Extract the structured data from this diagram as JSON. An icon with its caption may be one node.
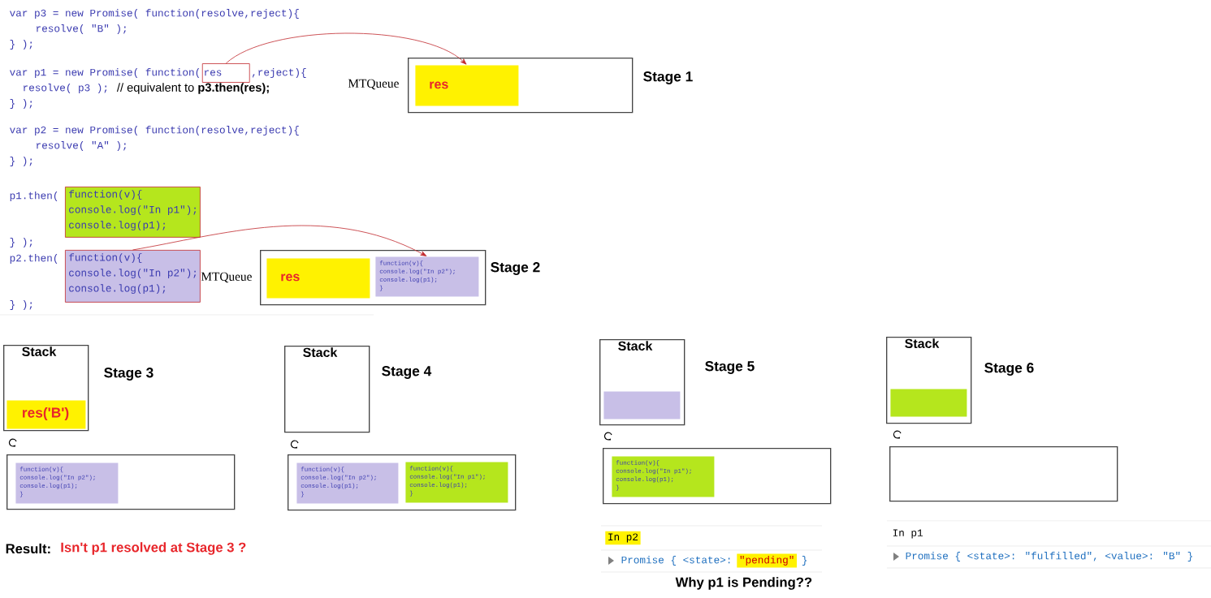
{
  "diagram": {
    "nodes": [
      {
        "text": [
          "res"
        ]
      },
      {
        "text": [
          "function(v){",
          "console.log(\"In p1\");",
          "console.log(p1);"
        ]
      },
      {
        "text": [
          "function(v){",
          "console.log(\"In p2\");",
          "console.log(p1);"
        ]
      },
      {
        "text": [],
        "shape": "box",
        "beside": [
          "MTQueue",
          "Stage 1"
        ]
      },
      {
        "text": [
          "res"
        ],
        "in": 3
      },
      {
        "text": [],
        "shape": "box",
        "beside": [
          "MTQueue",
          "Stage 2"
        ]
      },
      {
        "text": [
          "res"
        ],
        "in": 5
      },
      {
        "text": [
          "function(v){",
          "console.log(\"In p2\");",
          "console.log(p1);",
          "}"
        ],
        "in": 5
      },
      {
        "text": [
          "Stack"
        ],
        "beside": [
          "Stage 3"
        ]
      },
      {
        "text": [
          "res('B')"
        ],
        "in": 8
      },
      {
        "text": [],
        "shape": "box"
      },
      {
        "text": [
          "function(v){",
          "console.log(\"In p2\");",
          "console.log(p1);",
          "}"
        ],
        "in": 10
      },
      {
        "text": [
          "Stack"
        ],
        "beside": [
          "Stage 4"
        ]
      },
      {
        "text": [],
        "shape": "box"
      },
      {
        "text": [
          "function(v){",
          "console.log(\"In p2\");",
          "console.log(p1);",
          "}"
        ],
        "in": 13
      },
      {
        "text": [
          "function(v){",
          "console.log(\"In p1\");",
          "console.log(p1);",
          "}"
        ],
        "in": 13
      },
      {
        "text": [
          "Stack"
        ],
        "beside": [
          "Stage 5"
        ]
      },
      {
        "text": [],
        "shape": "bar",
        "in": 16
      },
      {
        "text": [],
        "shape": "box"
      },
      {
        "text": [
          "function(v){",
          "console.log(\"In p1\");",
          "console.log(p1);",
          "}"
        ],
        "in": 18
      },
      {
        "text": [
          "Stack"
        ],
        "beside": [
          "Stage 6"
        ]
      },
      {
        "text": [],
        "shape": "bar",
        "in": 20
      },
      {
        "text": [],
        "shape": "box"
      }
    ],
    "edges": [
      {
        "from": 0,
        "to": 4,
        "arrow": "to"
      },
      {
        "from": 2,
        "to": 7,
        "arrow": "to"
      }
    ],
    "labels": [
      "var p3 = new Promise( function(resolve,reject){",
      "resolve( \"B\" );",
      "} );",
      "var p1 = new Promise( function(",
      ",reject){",
      "resolve( p3 );",
      "// equivalent to **p3.then(res);**",
      "} );",
      "var p2 = new Promise( function(resolve,reject){",
      "resolve( \"A\" );",
      "} );",
      "p1.then(",
      "} );",
      "p2.then(",
      "} );",
      "Result:",
      "Isn't p1 resolved at Stage 3 ?",
      "In p2",
      "Promise { <state>:",
      "\"pending\"",
      "}",
      "Why p1 is Pending??",
      "In p1",
      "Promise { <state>: \"fulfilled\", <value>: \"B\" }"
    ]
  }
}
